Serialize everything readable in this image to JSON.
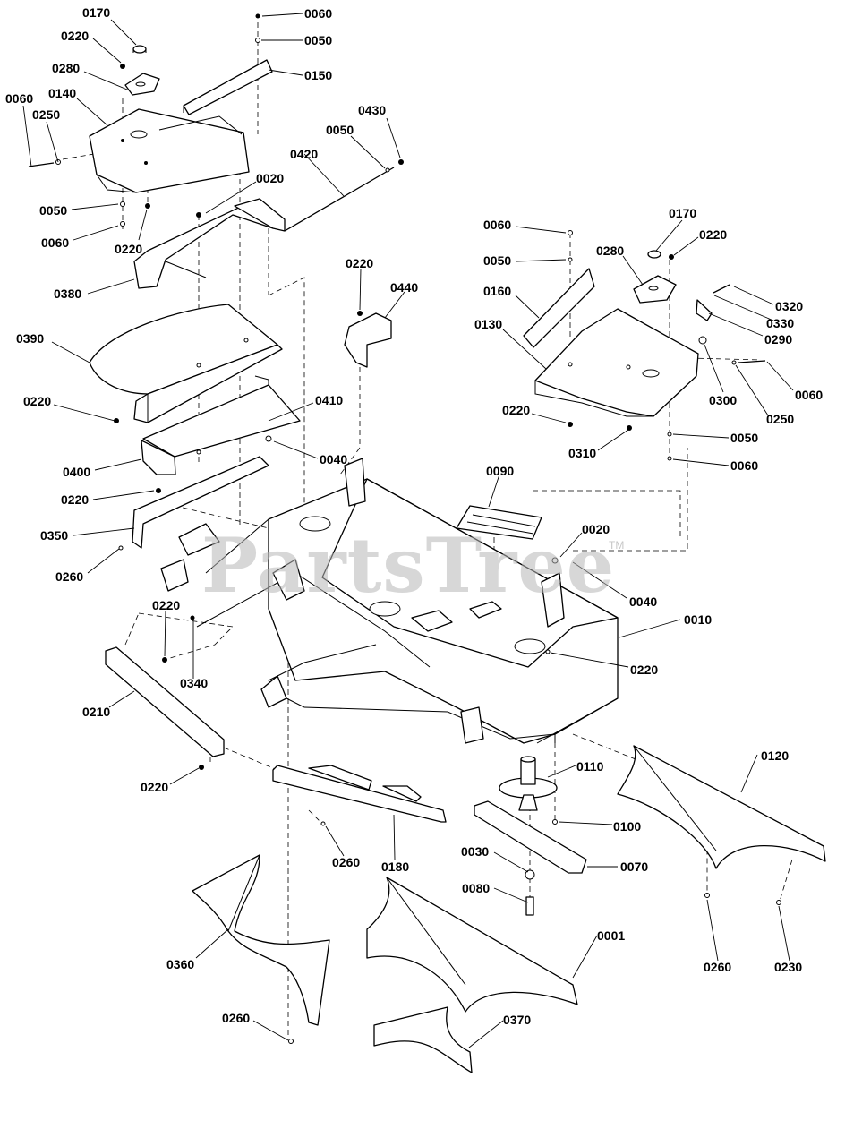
{
  "watermark": {
    "text": "PartsTree",
    "trademark": "TM"
  },
  "labels": {
    "l0170a": "0170",
    "l0060a": "0060",
    "l0220a": "0220",
    "l0050a": "0050",
    "l0280a": "0280",
    "l0150": "0150",
    "l0140": "0140",
    "l0060b": "0060",
    "l0250a": "0250",
    "l0430": "0430",
    "l0050b": "0050",
    "l0420": "0420",
    "l0020a": "0020",
    "l0050c": "0050",
    "l0060c": "0060",
    "l0220b": "0220",
    "l0380": "0380",
    "l0060d": "0060",
    "l0170b": "0170",
    "l0220c": "0220",
    "l0050d": "0050",
    "l0280b": "0280",
    "l0220d": "0220",
    "l0440": "0440",
    "l0160": "0160",
    "l0320": "0320",
    "l0330": "0330",
    "l0130": "0130",
    "l0290": "0290",
    "l0390": "0390",
    "l0300": "0300",
    "l0060e": "0060",
    "l0220e": "0220",
    "l0250b": "0250",
    "l0410": "0410",
    "l0220f": "0220",
    "l0050e": "0050",
    "l0310": "0310",
    "l0040a": "0040",
    "l0060f": "0060",
    "l0400": "0400",
    "l0090": "0090",
    "l0220g": "0220",
    "l0350": "0350",
    "l0020b": "0020",
    "l0260a": "0260",
    "l0040b": "0040",
    "l0220h": "0220",
    "l0010": "0010",
    "l0340": "0340",
    "l0220i": "0220",
    "l0210": "0210",
    "l0110": "0110",
    "l0120": "0120",
    "l0220j": "0220",
    "l0100": "0100",
    "l0260b": "0260",
    "l0180": "0180",
    "l0030": "0030",
    "l0070": "0070",
    "l0080": "0080",
    "l0360": "0360",
    "l0001": "0001",
    "l0260c": "0260",
    "l0230": "0230",
    "l0260d": "0260",
    "l0370": "0370"
  }
}
